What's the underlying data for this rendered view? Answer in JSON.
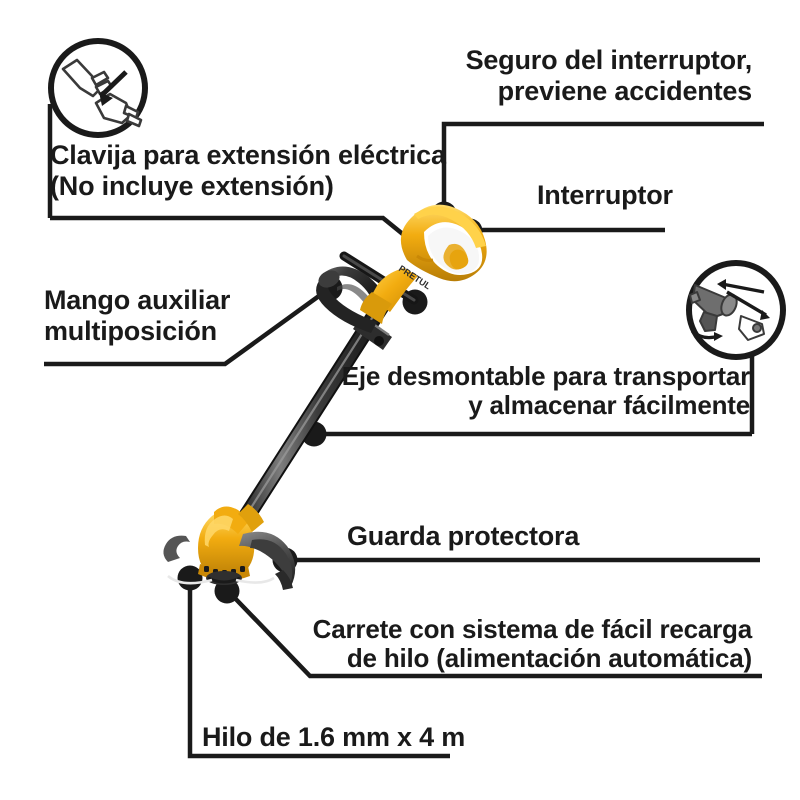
{
  "page": {
    "title": "Diagrama de partes de desbrozadora / recortadora eléctrica",
    "background_color": "#ffffff",
    "line_color": "#1a1a1a",
    "text_color": "#1a1a1a",
    "product_yellow": "#F2AC10",
    "product_yellow_light": "#FFD24A",
    "product_dark": "#2b2b2b",
    "product_gray": "#6e6e6e"
  },
  "callouts": [
    {
      "id": "clavija",
      "label": "Clavija para extensión eléctrica\n(No incluye extensión)",
      "line1": "Clavija para extensión eléctrica",
      "line2": "(No incluye extensión)",
      "align": "left",
      "icon": "plug-extension-icon",
      "has_icon": true
    },
    {
      "id": "seguro",
      "label": "Seguro del interruptor,\npreviene accidentes",
      "line1": "Seguro del interruptor,",
      "line2": "previene accidentes",
      "align": "right",
      "has_icon": false
    },
    {
      "id": "interruptor",
      "label": "Interruptor",
      "line1": "Interruptor",
      "align": "left",
      "has_icon": false
    },
    {
      "id": "mango",
      "label": "Mango auxiliar\nmultiposición",
      "line1": "Mango auxiliar",
      "line2": "multiposición",
      "align": "left",
      "has_icon": false
    },
    {
      "id": "eje",
      "label": "Eje desmontable para transportar\ny almacenar fácilmente",
      "line1": "Eje desmontable para transportar",
      "line2": "y almacenar fácilmente",
      "align": "right",
      "icon": "detachable-shaft-icon",
      "has_icon": true
    },
    {
      "id": "guarda",
      "label": "Guarda protectora",
      "line1": "Guarda protectora",
      "align": "left",
      "has_icon": false
    },
    {
      "id": "carrete",
      "label": "Carrete con sistema de fácil recarga\nde hilo (alimentación automática)",
      "line1": "Carrete con sistema de fácil recarga",
      "line2": "de hilo (alimentación automática)",
      "align": "right",
      "has_icon": false
    },
    {
      "id": "hilo",
      "label": "Hilo de 1.6 mm x 4 m",
      "line1": "Hilo de 1.6 mm x 4 m",
      "align": "left",
      "has_icon": false
    }
  ],
  "product": {
    "name": "recortadora-electrica",
    "parts": [
      "plug-cable",
      "motor-head-handle",
      "trigger-switch",
      "switch-lock",
      "auxiliary-handle",
      "shaft",
      "shaft-coupler",
      "trimmer-head",
      "protective-guard",
      "spool",
      "trimmer-line"
    ]
  }
}
